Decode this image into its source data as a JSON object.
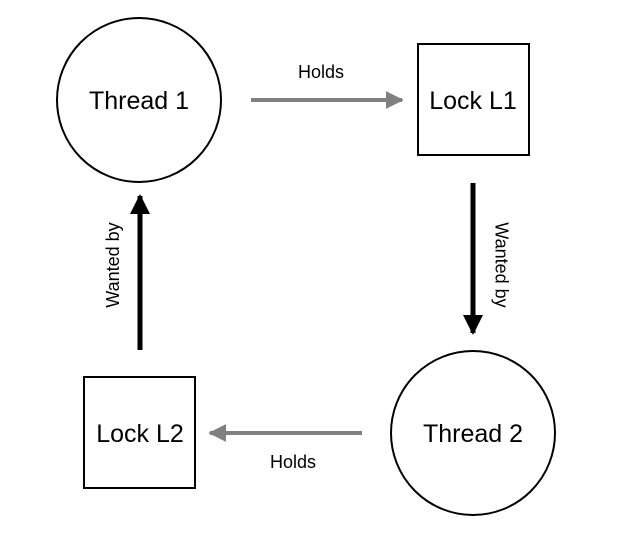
{
  "diagram": {
    "nodes": {
      "thread1": {
        "label": "Thread 1",
        "shape": "circle"
      },
      "lock1": {
        "label": "Lock L1",
        "shape": "square"
      },
      "thread2": {
        "label": "Thread 2",
        "shape": "circle"
      },
      "lock2": {
        "label": "Lock L2",
        "shape": "square"
      }
    },
    "edges": {
      "thread1_holds_lock1": {
        "from": "thread1",
        "to": "lock1",
        "label": "Holds",
        "color": "#808080"
      },
      "lock1_wanted_by_thread2": {
        "from": "lock1",
        "to": "thread2",
        "label": "Wanted by",
        "color": "#000000"
      },
      "thread2_holds_lock2": {
        "from": "thread2",
        "to": "lock2",
        "label": "Holds",
        "color": "#808080"
      },
      "lock2_wanted_by_thread1": {
        "from": "lock2",
        "to": "thread1",
        "label": "Wanted by",
        "color": "#000000"
      }
    }
  }
}
